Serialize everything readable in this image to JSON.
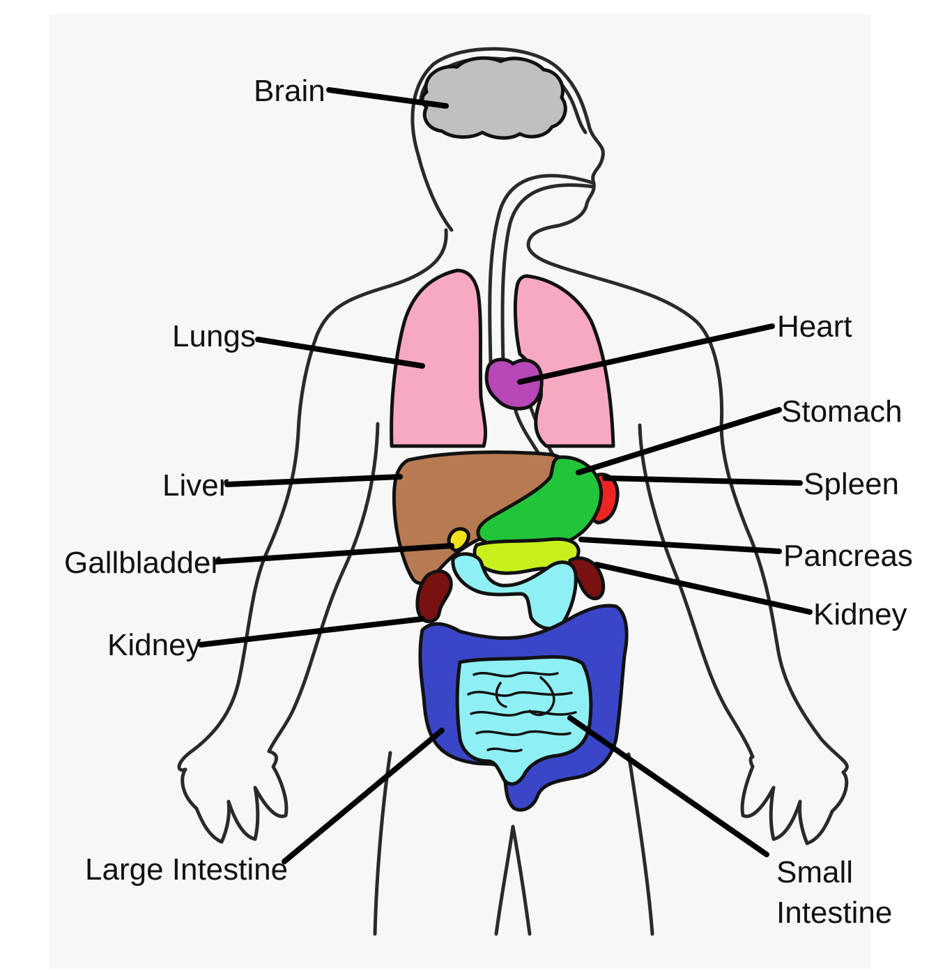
{
  "colors": {
    "outline": "#2a2a2a",
    "brain": "#c0c0c0",
    "lungs": "#f8a9c2",
    "heart": "#b847b8",
    "liver": "#b87a52",
    "stomach": "#22c43a",
    "spleen": "#ee2424",
    "gallbladder": "#f2e21c",
    "pancreas": "#c8f01c",
    "kidney": "#7a1111",
    "large_intestine": "#3a46c8",
    "small_intestine": "#8ef0f4"
  },
  "labels": {
    "brain": "Brain",
    "lungs": "Lungs",
    "heart": "Heart",
    "stomach": "Stomach",
    "liver": "Liver",
    "spleen": "Spleen",
    "gallbladder": "Gallbladder",
    "pancreas": "Pancreas",
    "kidney_right": "Kidney",
    "kidney_left": "Kidney",
    "large_intestine": "Large Intestine",
    "small_intestine_line1": "Small",
    "small_intestine_line2": "Intestine"
  }
}
